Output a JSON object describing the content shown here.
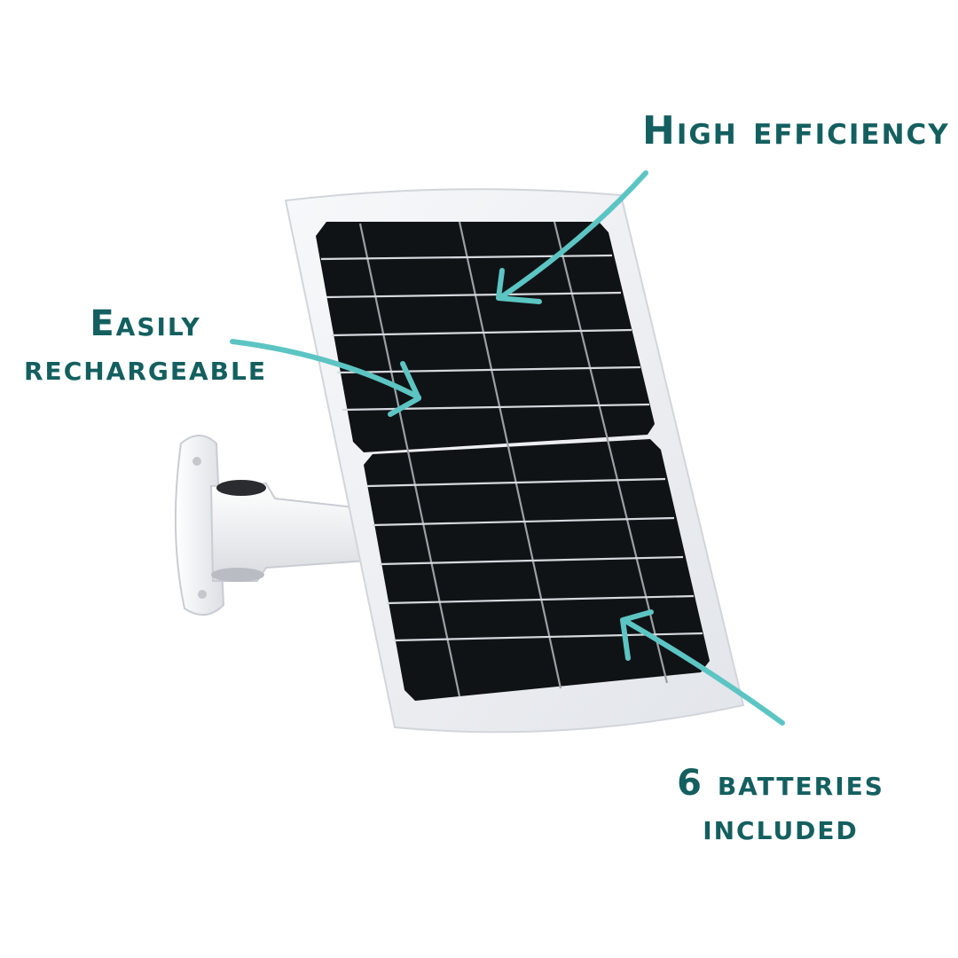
{
  "callouts": {
    "high_efficiency": {
      "lines": [
        "High efficiency"
      ]
    },
    "easily_rechargeable": {
      "lines": [
        "Easily",
        "rechargeable"
      ]
    },
    "batteries_included": {
      "lines": [
        "6 batteries",
        "included"
      ]
    }
  },
  "colors": {
    "background": "#ffffff",
    "label_text": "#145f5f",
    "arrow": "#5cc5c3",
    "panel_frame": "#eef0f3",
    "panel_cells": "#101316",
    "bracket": "#f2f3f5"
  },
  "icons": {
    "panel": "solar-panel-icon",
    "bracket": "wall-mount-bracket-icon",
    "arrows": "curved-arrow-icon"
  }
}
